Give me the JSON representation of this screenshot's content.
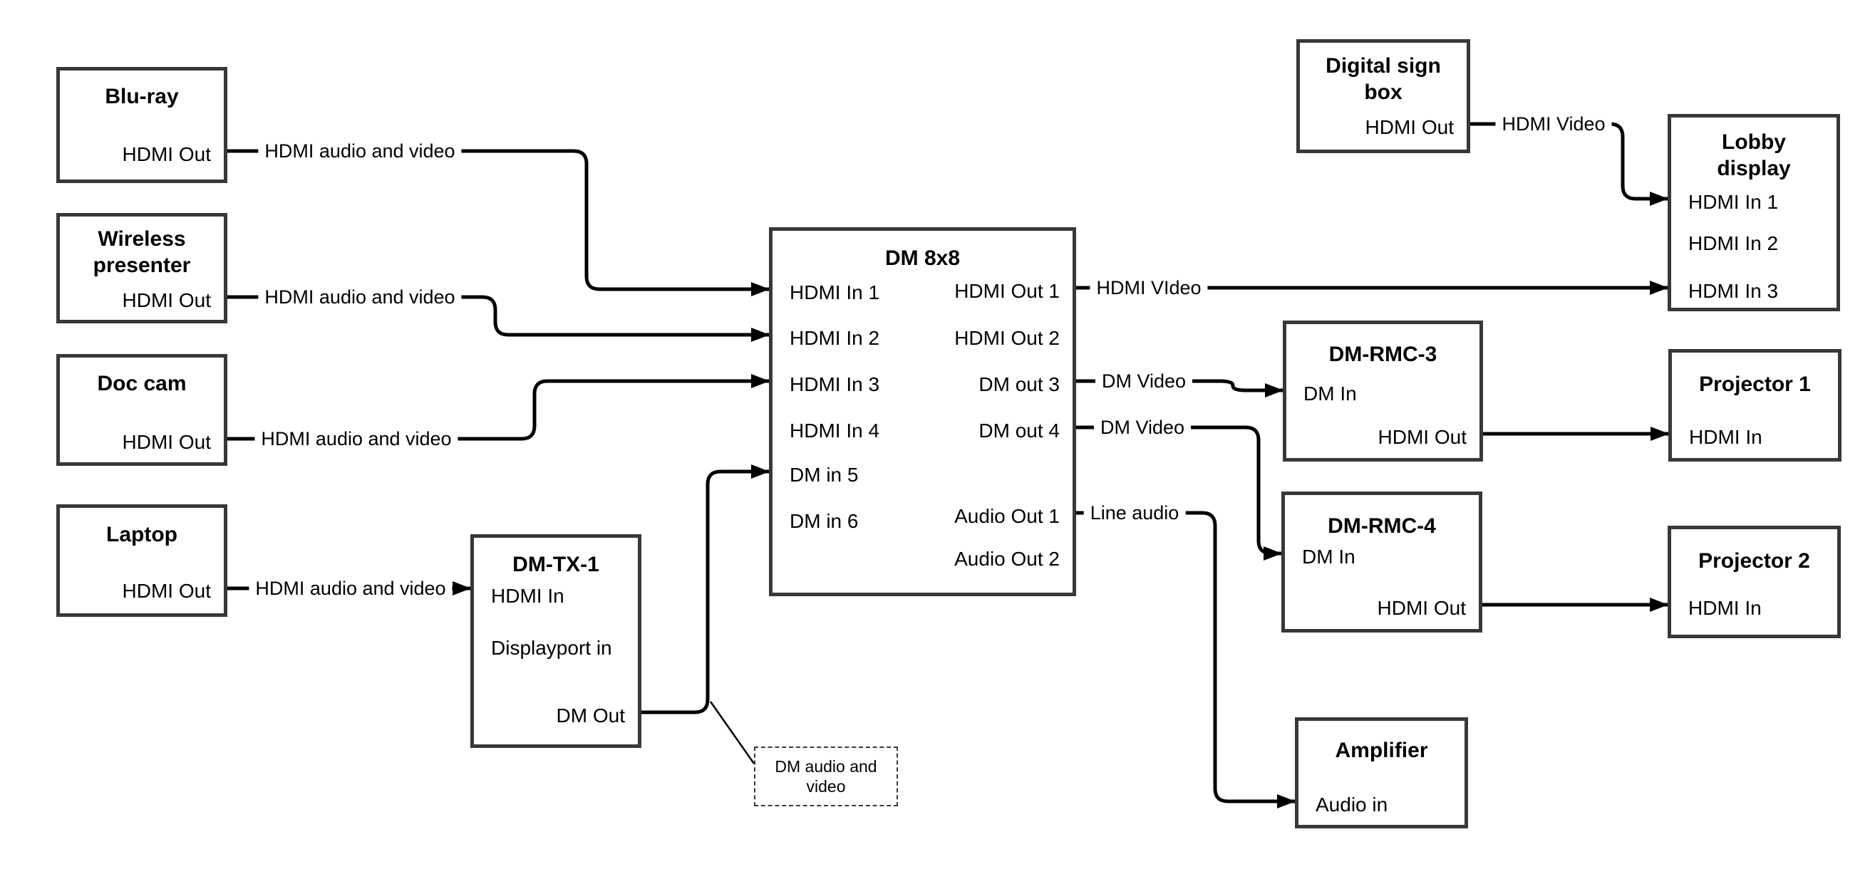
{
  "nodes": {
    "bluray": {
      "title": "Blu-ray",
      "ports": {
        "hdmi_out": "HDMI Out"
      }
    },
    "wireless": {
      "title": "Wireless presenter",
      "ports": {
        "hdmi_out": "HDMI Out"
      }
    },
    "doccam": {
      "title": "Doc cam",
      "ports": {
        "hdmi_out": "HDMI Out"
      }
    },
    "laptop": {
      "title": "Laptop",
      "ports": {
        "hdmi_out": "HDMI Out"
      }
    },
    "dmtx1": {
      "title": "DM-TX-1",
      "ports": {
        "hdmi_in": "HDMI In",
        "displayport_in": "Displayport in",
        "dm_out": "DM Out"
      }
    },
    "dm8x8": {
      "title": "DM 8x8",
      "ports": {
        "hdmi_in_1": "HDMI In 1",
        "hdmi_in_2": "HDMI In 2",
        "hdmi_in_3": "HDMI In 3",
        "hdmi_in_4": "HDMI In 4",
        "dm_in_5": "DM in 5",
        "dm_in_6": "DM in 6",
        "hdmi_out_1": "HDMI Out 1",
        "hdmi_out_2": "HDMI Out 2",
        "dm_out_3": "DM out 3",
        "dm_out_4": "DM out 4",
        "audio_out_1": "Audio Out 1",
        "audio_out_2": "Audio Out 2"
      }
    },
    "digital_sign": {
      "title": "Digital sign box",
      "ports": {
        "hdmi_out": "HDMI Out"
      }
    },
    "lobby": {
      "title": "Lobby display",
      "ports": {
        "hdmi_in_1": "HDMI In 1",
        "hdmi_in_2": "HDMI In 2",
        "hdmi_in_3": "HDMI In 3"
      }
    },
    "dmrmc3": {
      "title": "DM-RMC-3",
      "ports": {
        "dm_in": "DM In",
        "hdmi_out": "HDMI Out"
      }
    },
    "proj1": {
      "title": "Projector 1",
      "ports": {
        "hdmi_in": "HDMI In"
      }
    },
    "dmrmc4": {
      "title": "DM-RMC-4",
      "ports": {
        "dm_in": "DM In",
        "hdmi_out": "HDMI Out"
      }
    },
    "proj2": {
      "title": "Projector 2",
      "ports": {
        "hdmi_in": "HDMI In"
      }
    },
    "amplifier": {
      "title": "Amplifier",
      "ports": {
        "audio_in": "Audio in"
      }
    }
  },
  "edge_labels": {
    "bluray_to_dm8x8": "HDMI audio and video",
    "wireless_to_dm8x8": "HDMI audio and video",
    "doccam_to_dm8x8": "HDMI audio and video",
    "laptop_to_dmtx1": "HDMI audio and video",
    "hdmi_out1_to_lobby": "HDMI VIdeo",
    "dm_out3_to_rmc3": "DM Video",
    "dm_out4_to_rmc4": "DM Video",
    "audio_out1_to_amp": "Line audio",
    "sign_to_lobby": "HDMI Video"
  },
  "note": {
    "text": "DM audio and video"
  },
  "colors": {
    "line": "#000000",
    "box_border": "#383838",
    "background": "#ffffff"
  }
}
